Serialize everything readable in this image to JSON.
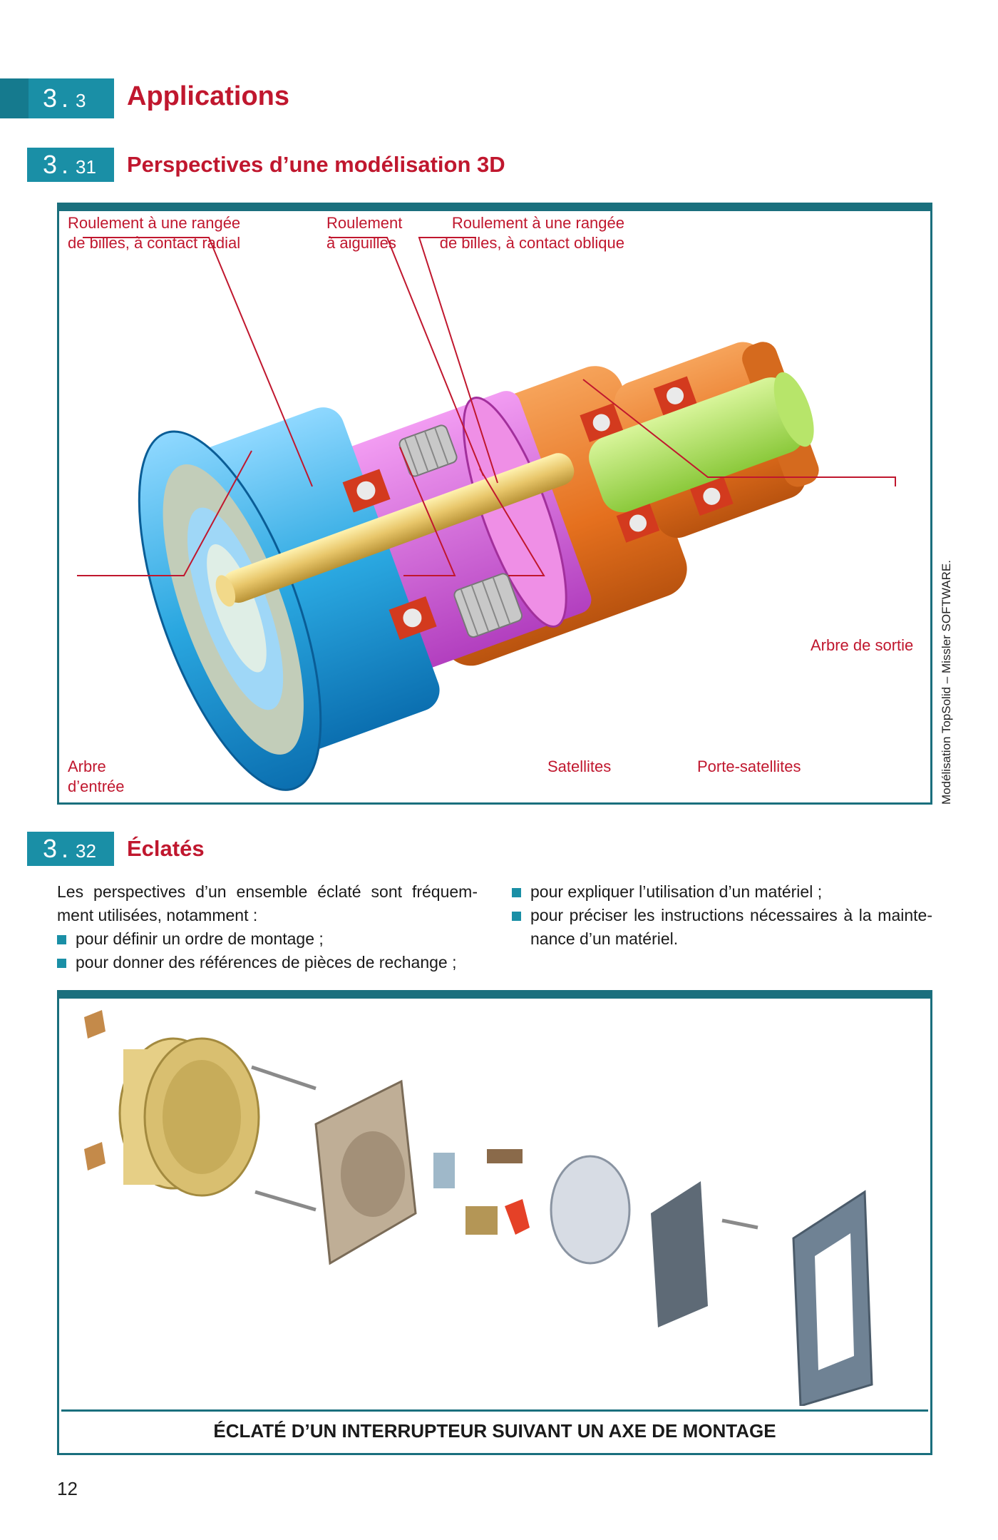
{
  "section_main": {
    "num": "3",
    "sub": "3",
    "dot": ".",
    "title": "Applications"
  },
  "section_1": {
    "num": "3",
    "sub": "31",
    "dot": ".",
    "title": "Perspectives d’une modélisation 3D"
  },
  "section_2": {
    "num": "3",
    "sub": "32",
    "dot": ".",
    "title": "Éclatés"
  },
  "figure1": {
    "callouts": {
      "radial_l1": "Roulement à une rangée",
      "radial_l2": "de billes, à contact radial",
      "needle_l1": "Roulement",
      "needle_l2": "à aiguilles",
      "oblique_l1": "Roulement à une rangée",
      "oblique_l2": "de billes, à contact oblique",
      "output_shaft": "Arbre de sortie",
      "input_l1": "Arbre",
      "input_l2": "d’entrée",
      "satellites": "Satellites",
      "carrier": "Porte-satellites"
    },
    "credit": "Modélisation TopSolid – Missler SOFTWARE."
  },
  "text": {
    "intro": "Les perspectives d’un ensemble éclaté sont fréquem-ment utilisées, notamment :",
    "b1": "pour définir un ordre de montage ;",
    "b2": "pour donner des références de pièces de rechange ;",
    "b3": "pour expliquer l’utilisation d’un matériel ;",
    "b4": "pour préciser les instructions nécessaires à la mainte-nance d’un matériel."
  },
  "figure2": {
    "caption": "ÉCLATÉ D’UN INTERRUPTEUR SUIVANT UN AXE DE MONTAGE"
  },
  "page_number": "12",
  "colors": {
    "accent": "#1a8fa6",
    "frame": "#1a6f7d",
    "title_red": "#c0172e"
  }
}
